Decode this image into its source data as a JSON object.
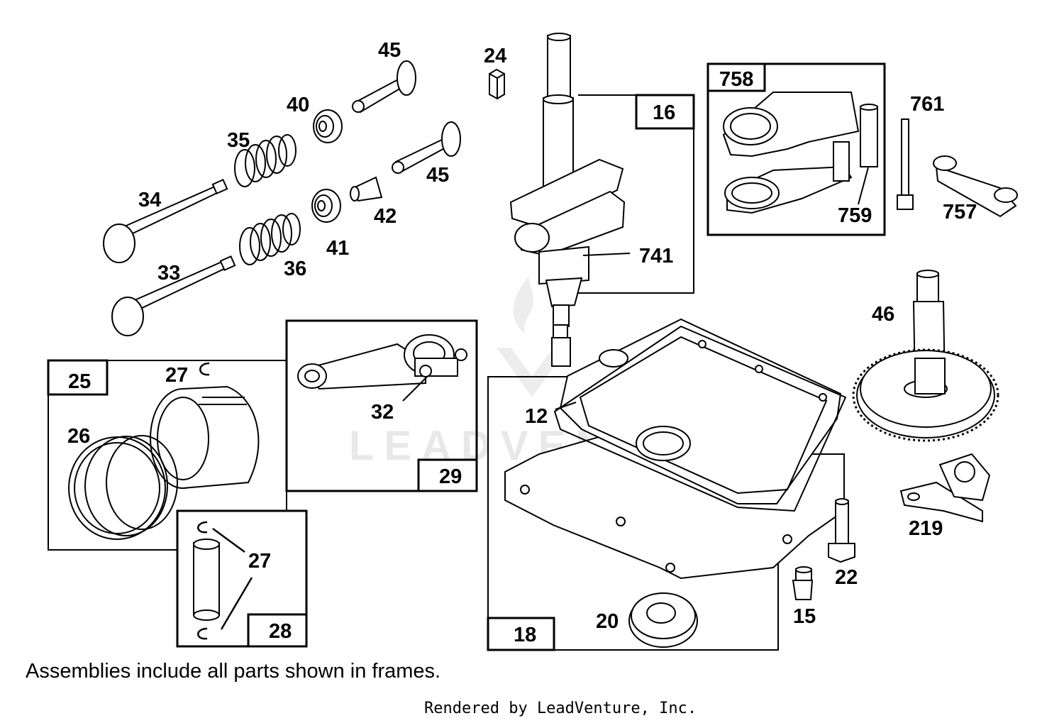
{
  "part_labels": {
    "p45a": "45",
    "p24": "24",
    "p40": "40",
    "p35": "35",
    "p45b": "45",
    "p34": "34",
    "p42": "42",
    "p41": "41",
    "p33": "33",
    "p36": "36",
    "p741": "741",
    "p761": "761",
    "p759": "759",
    "p757": "757",
    "p46": "46",
    "p27a": "27",
    "p26": "26",
    "p32": "32",
    "p12": "12",
    "p27b": "27",
    "p22": "22",
    "p20": "20",
    "p15": "15",
    "p219": "219"
  },
  "frame_labels": {
    "f16": "16",
    "f758": "758",
    "f25": "25",
    "f29": "29",
    "f28": "28",
    "f18": "18"
  },
  "note": "Assemblies include all parts shown in frames.",
  "credit": "Rendered by LeadVenture, Inc.",
  "watermark": "LEADVENTURE"
}
